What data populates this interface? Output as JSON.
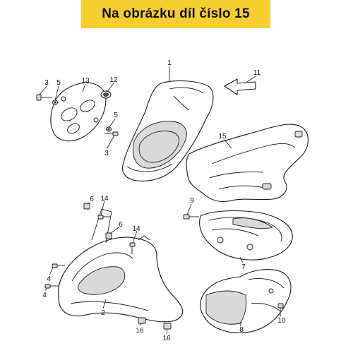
{
  "banner": {
    "text": "Na obrázku díl číslo 15",
    "color": "#f6cf2f"
  },
  "callouts": [
    {
      "id": "c1",
      "label": "1"
    },
    {
      "id": "c2",
      "label": "2"
    },
    {
      "id": "c3a",
      "label": "3"
    },
    {
      "id": "c3b",
      "label": "3"
    },
    {
      "id": "c4a",
      "label": "4"
    },
    {
      "id": "c4b",
      "label": "4"
    },
    {
      "id": "c5a",
      "label": "5"
    },
    {
      "id": "c5b",
      "label": "5"
    },
    {
      "id": "c6a",
      "label": "6"
    },
    {
      "id": "c6b",
      "label": "6"
    },
    {
      "id": "c7",
      "label": "7"
    },
    {
      "id": "c8",
      "label": "8"
    },
    {
      "id": "c9",
      "label": "9"
    },
    {
      "id": "c10",
      "label": "10"
    },
    {
      "id": "c11",
      "label": "11"
    },
    {
      "id": "c12",
      "label": "12"
    },
    {
      "id": "c13",
      "label": "13"
    },
    {
      "id": "c14a",
      "label": "14"
    },
    {
      "id": "c14b",
      "label": "14"
    },
    {
      "id": "c15",
      "label": "15"
    },
    {
      "id": "c16a",
      "label": "16"
    },
    {
      "id": "c16b",
      "label": "16"
    }
  ]
}
